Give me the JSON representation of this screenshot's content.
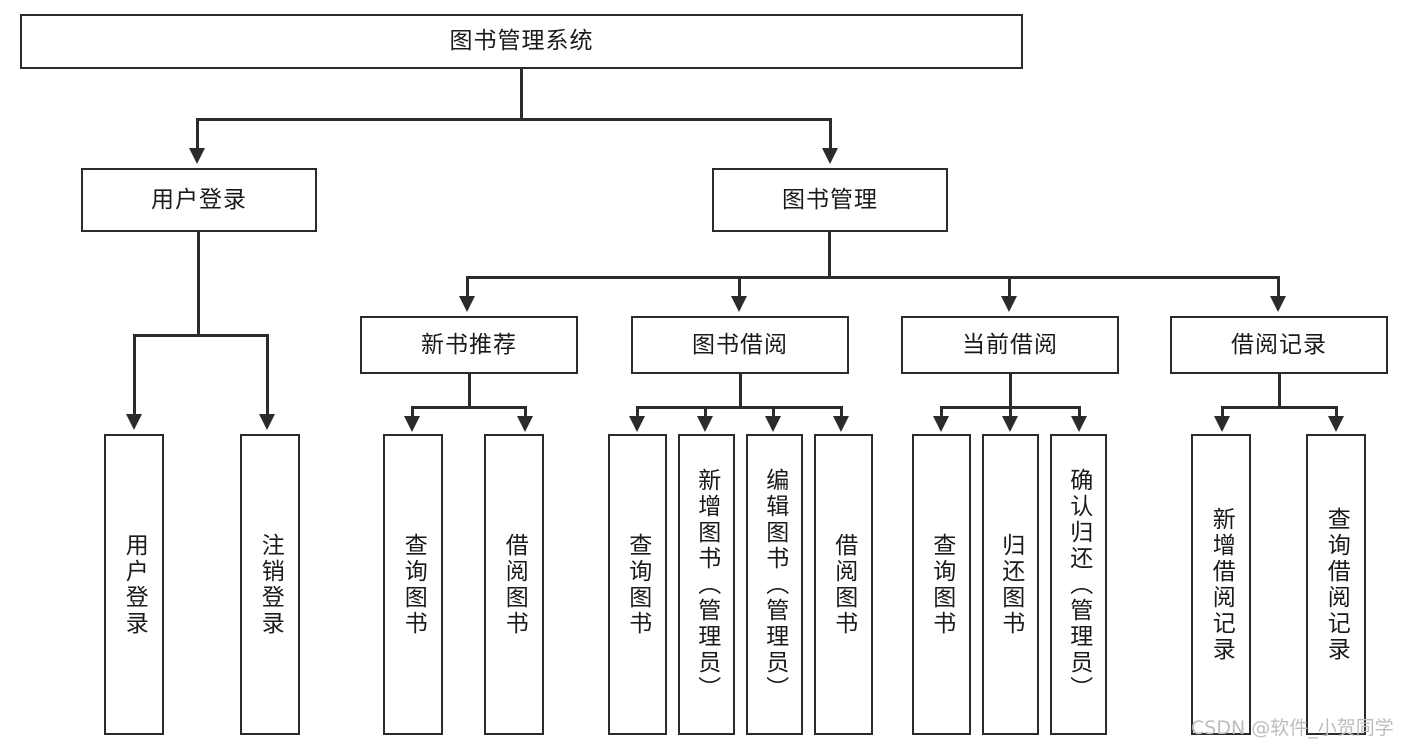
{
  "diagram": {
    "title": "图书管理系统",
    "type": "tree-hierarchy-chart",
    "root": {
      "label": "图书管理系统"
    },
    "level2": [
      {
        "label": "用户登录"
      },
      {
        "label": "图书管理"
      }
    ],
    "level3": [
      {
        "label": "新书推荐"
      },
      {
        "label": "图书借阅"
      },
      {
        "label": "当前借阅"
      },
      {
        "label": "借阅记录"
      }
    ],
    "leaves": {
      "user_login": [
        {
          "label": "用户登录"
        },
        {
          "label": "注销登录"
        }
      ],
      "new_book_recommend": [
        {
          "label": "查询图书"
        },
        {
          "label": "借阅图书"
        }
      ],
      "book_borrow": [
        {
          "label": "查询图书"
        },
        {
          "label": "新增图书（管理员）"
        },
        {
          "label": "编辑图书（管理员）"
        },
        {
          "label": "借阅图书"
        }
      ],
      "current_borrow": [
        {
          "label": "查询图书"
        },
        {
          "label": "归还图书"
        },
        {
          "label": "确认归还（管理员）"
        }
      ],
      "borrow_record": [
        {
          "label": "新增借阅记录"
        },
        {
          "label": "查询借阅记录"
        }
      ]
    }
  },
  "watermark": {
    "text": "CSDN @软件_小贺同学"
  },
  "colors": {
    "stroke": "#2b2b2b",
    "background": "#ffffff",
    "text": "#1a1a1a",
    "watermark": "#bdbdbd"
  }
}
